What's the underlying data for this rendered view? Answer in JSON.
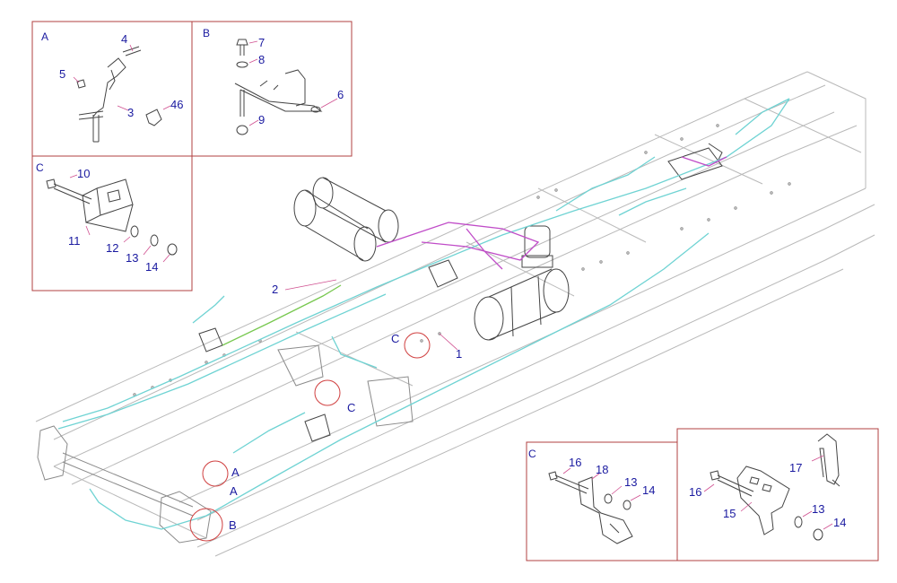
{
  "colors": {
    "panel_border": "#b04040",
    "callout_text": "#1a1aa0",
    "leader_line": "#d05090",
    "air_line_cyan": "#6fd3d3",
    "air_line_magenta": "#c04cc8",
    "air_line_green": "#78c850",
    "chassis_line": "#b9b9b9"
  },
  "panels": {
    "a": {
      "letter": "A",
      "labels": {
        "l4": "4",
        "l5": "5",
        "l3": "3",
        "l46": "46"
      }
    },
    "b": {
      "letter": "B",
      "labels": {
        "l7": "7",
        "l8": "8",
        "l6": "6",
        "l9": "9"
      }
    },
    "c_top": {
      "letter": "C",
      "labels": {
        "l10": "10",
        "l11": "11",
        "l12": "12",
        "l13": "13",
        "l14": "14"
      }
    },
    "c_bottom": {
      "letter": "C",
      "labels": {
        "l16": "16",
        "l18": "18",
        "l13": "13",
        "l14": "14"
      }
    },
    "d": {
      "labels": {
        "l17": "17",
        "l16": "16",
        "l15": "15",
        "l13": "13",
        "l14": "14"
      }
    }
  },
  "main": {
    "labels": {
      "l2": "2",
      "l1": "1",
      "c1": "C",
      "c2": "C",
      "a1": "A",
      "a2": "A",
      "b1": "B"
    }
  }
}
